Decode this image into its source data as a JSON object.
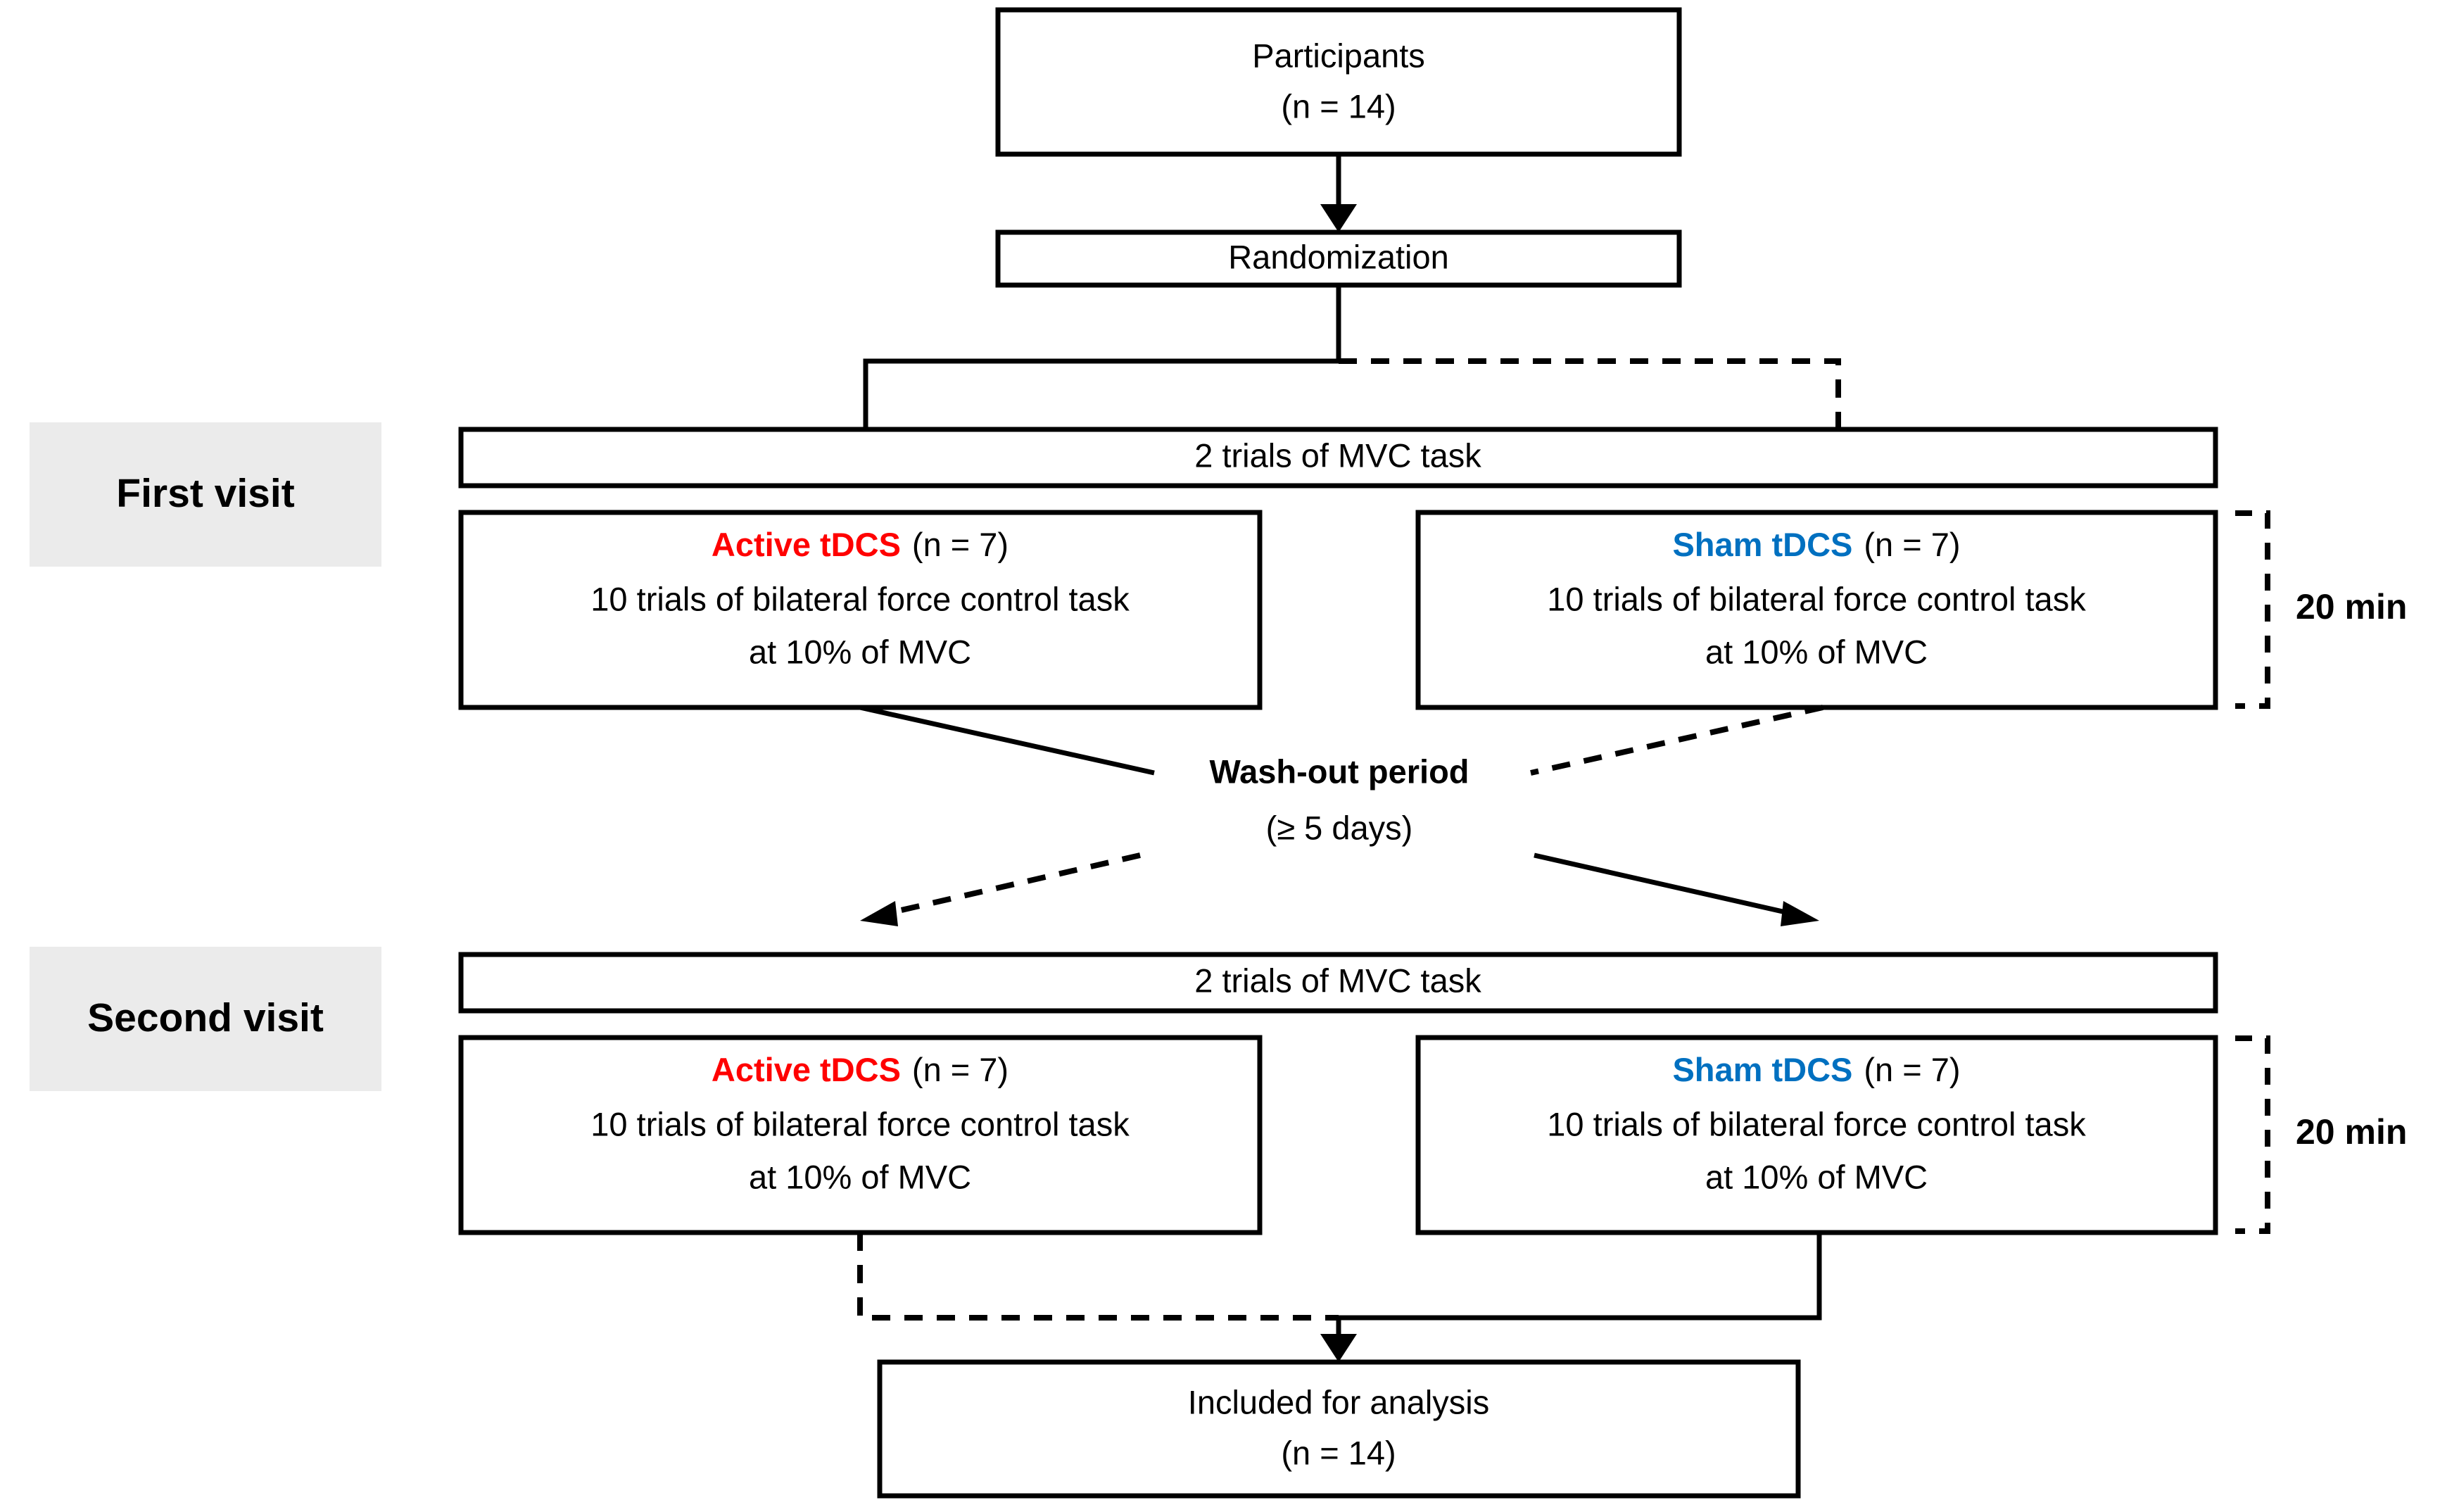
{
  "diagram": {
    "title_hidden": "",
    "nodes": {
      "participants": {
        "line1": "Participants",
        "line2": "(n = 14)"
      },
      "randomization": {
        "label": "Randomization"
      },
      "mvc_first": {
        "label": "2 trials of MVC task"
      },
      "mvc_second": {
        "label": "2 trials of MVC task"
      },
      "active_first": {
        "group": "Active tDCS",
        "n": "(n = 7)",
        "line2": "10 trials of bilateral force control task",
        "line3": "at 10% of MVC"
      },
      "sham_first": {
        "group": "Sham tDCS",
        "n": "(n = 7)",
        "line2": "10 trials of bilateral force control task",
        "line3": "at 10% of MVC"
      },
      "active_second": {
        "group": "Active tDCS",
        "n": "(n = 7)",
        "line2": "10 trials of bilateral force control task",
        "line3": "at 10% of MVC"
      },
      "sham_second": {
        "group": "Sham tDCS",
        "n": "(n = 7)",
        "line2": "10 trials of bilateral force control task",
        "line3": "at 10% of MVC"
      },
      "washout": {
        "line1": "Wash-out period",
        "line2": "(≥ 5 days)"
      },
      "analysis": {
        "line1": "Included for analysis",
        "line2": "(n = 14)"
      }
    },
    "visit_labels": {
      "first": "First visit",
      "second": "Second visit"
    },
    "duration_labels": {
      "first": "20 min",
      "second": "20 min"
    },
    "colors": {
      "active": "#FF0000",
      "sham": "#0070C0",
      "visit_band": "#EBEBEB",
      "stroke": "#000000",
      "background": "#FFFFFF"
    }
  }
}
